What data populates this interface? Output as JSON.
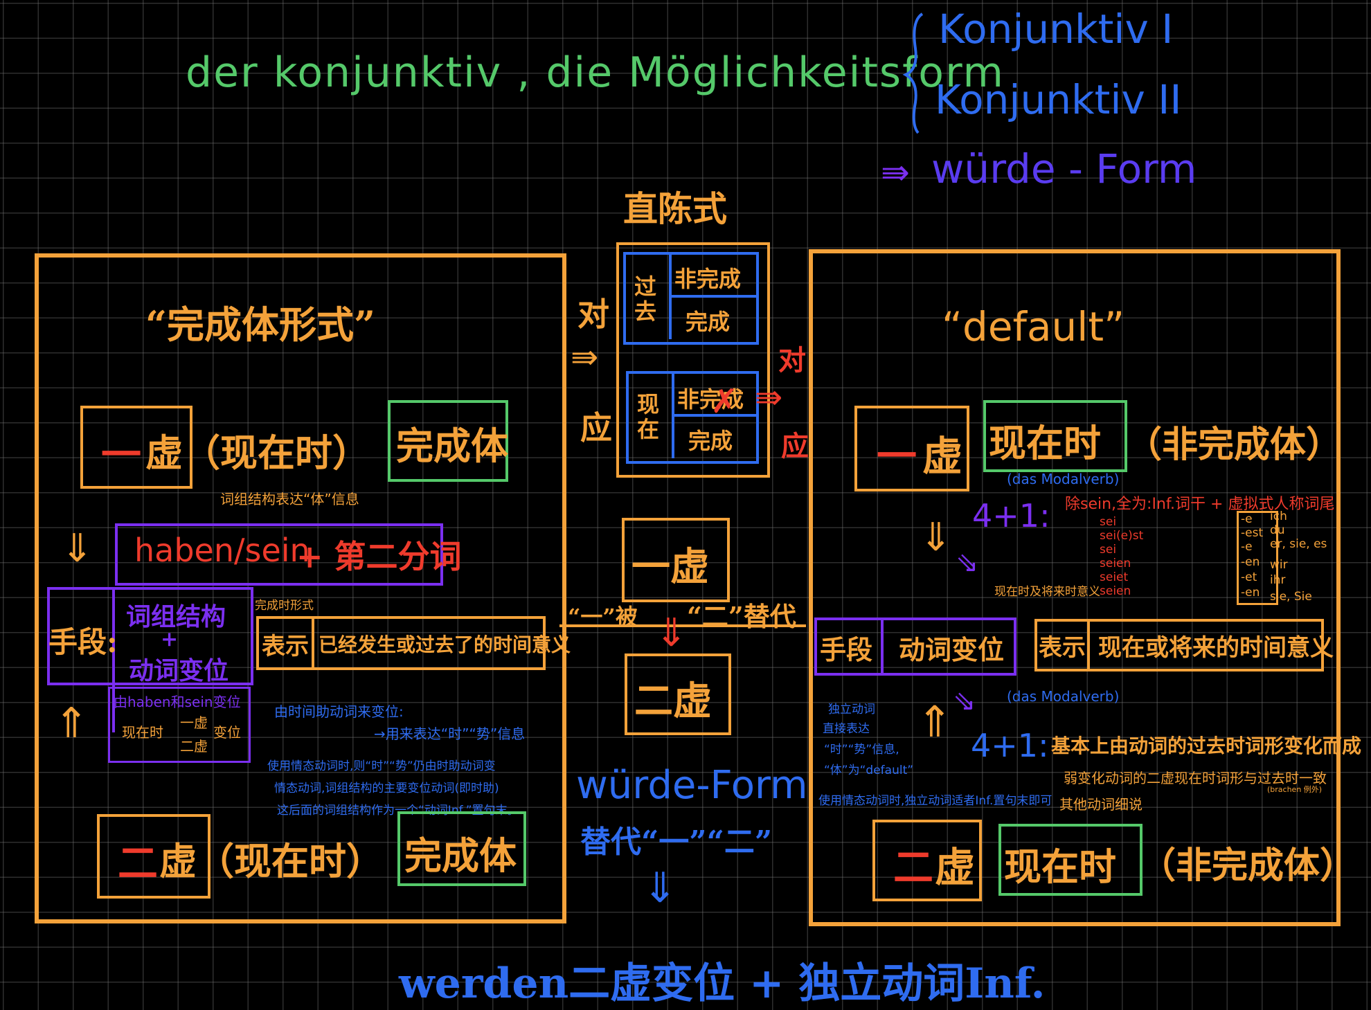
{
  "title": {
    "main": "der konjunktiv , die Möglichkeitsform",
    "forms": [
      "Konjunktiv I",
      "Konjunktiv II",
      "würde - Form"
    ]
  },
  "center": {
    "heading": "直陈式",
    "left_label": [
      "对",
      "应"
    ],
    "right_label": [
      "对",
      "应"
    ],
    "past_label": "过去",
    "present_label": "现在",
    "cells": [
      "非完成",
      "完成",
      "非完成",
      "完成"
    ],
    "ichi_xu": "一虚",
    "replace_left": "“一”被",
    "replace_right": "“二”替代",
    "er_xu": "二虚",
    "wurde_form": "würde-Form",
    "wurde_replace": "替代“一”“二”",
    "bottom_formula": "werden二虚变位 + 独立动词Inf."
  },
  "left": {
    "heading": "“完成体形式”",
    "top_box_red": "一",
    "top_box_rest": "虚（现在时）",
    "top_green": "完成体",
    "annotation_top": "词组结构表达“体”信息",
    "formula_red": "haben/sein",
    "formula_rest": "+ 第二分词",
    "method_label": "手段:",
    "method_line1": "词组结构",
    "method_plus": "+",
    "method_line2": "动词变位",
    "perfect_note": "完成时形式",
    "express_label": "表示",
    "express_text": "已经发生或过去了的时间意义",
    "haben_change": "由haben和sein变位",
    "present_tense": "现在时",
    "yi_xu": "一虚",
    "er_xu_small": "二虚",
    "bianwei": "变位",
    "aux_note": "由时间助动词来变位:",
    "aux_note2": "→用来表达“时”“势”信息",
    "modal_note1": "使用情态动词时,则“时”“势”仍由时助动词变",
    "modal_note2": "情态动词,词组结构的主要变位动词(即时助)",
    "modal_note3": "这后面的词组结构作为一个“动词Inf.”置句末。",
    "bottom_box_red": "二",
    "bottom_box_rest": "虚（现在时）",
    "bottom_green": "完成体"
  },
  "right": {
    "heading": "“default”",
    "top_box_red": "一",
    "top_box_rest": "虚",
    "top_green": "现在时",
    "top_paren": "（非完成体）",
    "modal_small": "(das Modalverb)",
    "formula_441": "4+1:",
    "rule_text": "除sein,全为:Inf.词干 + 虚拟式人称词尾",
    "sein_forms": [
      "sei",
      "sei(e)st",
      "sei",
      "seien",
      "seiet",
      "seien"
    ],
    "endings": [
      "-e",
      "-est",
      "-e",
      "-en",
      "-et",
      "-en"
    ],
    "pronouns": [
      "ich",
      "du",
      "er, sie, es",
      "wir",
      "ihr",
      "sie, Sie"
    ],
    "present_note": "现在时及将来时意义",
    "method_label": "手段",
    "method_text": "动词变位",
    "express_label": "表示",
    "express_text": "现在或将来的时间意义",
    "independent_note1": "独立动词",
    "independent_note2": "直接表达",
    "independent_note3": "“时”“势”信息,",
    "independent_note4": "“体”为“default”",
    "modal_small2": "(das Modalverb)",
    "formula_441b": "4+1:",
    "rule2": "基本上由动词的过去时词形变化而成",
    "rule2b": "弱变化动词的二虚现在时词形与过去时一致",
    "rule2c": "(brachen 例外)",
    "rule2d": "其他动词细说",
    "modal_use": "使用情态动词时,独立动词适者Inf.置句末即可",
    "bottom_box_red": "二",
    "bottom_box_rest": "虚",
    "bottom_green": "现在时",
    "bottom_paren": "（非完成体）"
  },
  "colors": {
    "orange": "#f4a23a",
    "red": "#ef3b2c",
    "green": "#55c96a",
    "blue": "#2f6cf0",
    "purple": "#7b2ff0",
    "background": "#000000"
  }
}
